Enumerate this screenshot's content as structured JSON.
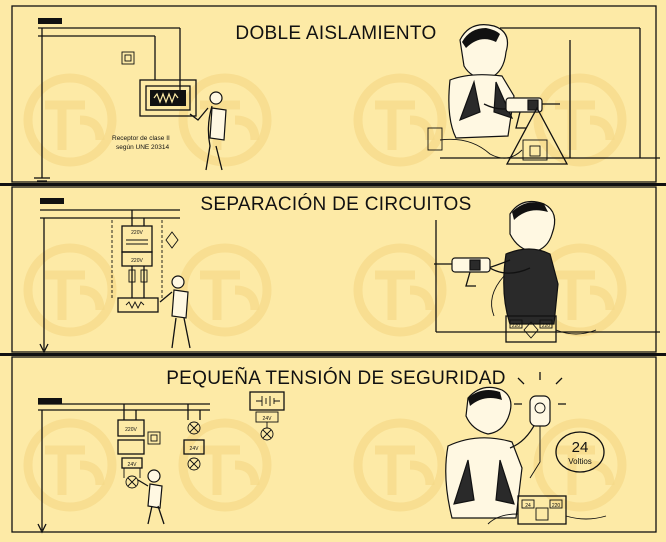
{
  "panels": [
    {
      "title": "DOBLE AISLAMIENTO",
      "note_line1": "Receptor de clase II",
      "note_line2": "según UNE 20314"
    },
    {
      "title": "SEPARACIÓN DE CIRCUITOS",
      "transformer_primary": "220V",
      "transformer_secondary": "220V",
      "portable_in": "220",
      "portable_out": "220"
    },
    {
      "title": "PEQUEÑA TENSIÓN DE SEGURIDAD",
      "trafo_label": "220V",
      "lamp_label_a": "24V",
      "lamp_label_b": "24V",
      "lamp_label_c": "24V",
      "callout_value": "24",
      "callout_unit": "Voltios",
      "portable_in": "24",
      "portable_out": "220"
    }
  ],
  "colors": {
    "background": "#fdeaa6",
    "watermark": "#f6d98a",
    "ink": "#111111"
  },
  "watermark": "RT logo pattern"
}
